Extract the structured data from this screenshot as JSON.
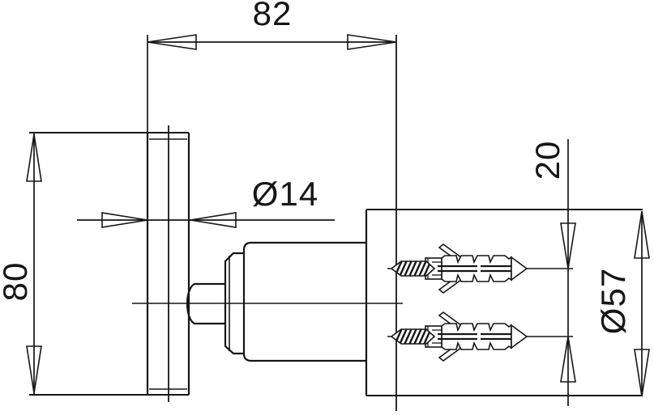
{
  "drawing": {
    "dimension_labels": {
      "overall_depth": "82",
      "plate_height": "80",
      "plate_thickness": "Ø14",
      "screw_spacing": "20",
      "body_diameter": "Ø57"
    },
    "colors": {
      "line": "#161616",
      "background": "#ffffff"
    }
  }
}
